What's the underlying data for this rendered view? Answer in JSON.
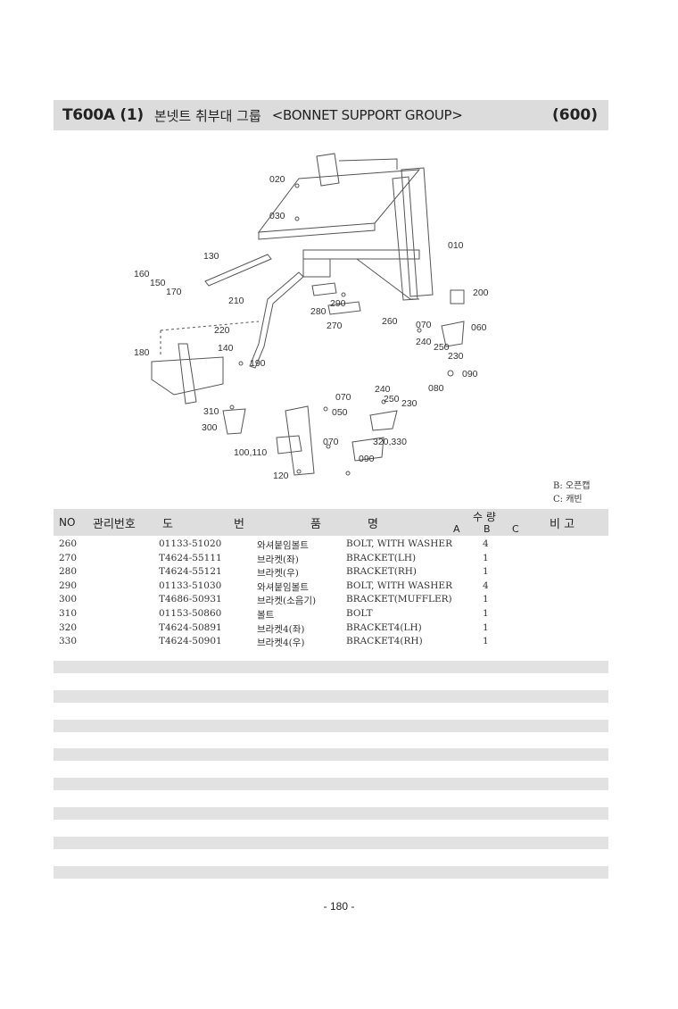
{
  "header": {
    "model": "T600A (1)",
    "title_ko": "본넷트 취부대 그룹",
    "title_en": "<BONNET SUPPORT GROUP>",
    "group_no": "(600)"
  },
  "diagram": {
    "callouts": [
      "020",
      "030",
      "010",
      "130",
      "160",
      "150",
      "170",
      "210",
      "200",
      "290",
      "280",
      "270",
      "260",
      "070",
      "060",
      "220",
      "140",
      "240",
      "250",
      "230",
      "180",
      "190",
      "090",
      "080",
      "070",
      "240",
      "250",
      "230",
      "050",
      "310",
      "300",
      "070",
      "320,330",
      "090",
      "100,110",
      "120"
    ]
  },
  "legend": {
    "b": "B: 오픈캡",
    "c": "C: 캐빈"
  },
  "table": {
    "headers": {
      "no": "NO",
      "mgmt": "관리번호",
      "part_do": "도",
      "part_beon": "번",
      "name_pum": "품",
      "name_myeong": "명",
      "qty": "수 량",
      "qa": "A",
      "qb": "B",
      "qc": "C",
      "remark": "비 고"
    },
    "rows": [
      {
        "no": "260",
        "part": "01133-51020",
        "ko": "와셔붙임볼트",
        "en": "BOLT, WITH WASHER",
        "qb": "4"
      },
      {
        "no": "270",
        "part": "T4624-55111",
        "ko": "브라켓(좌)",
        "en": "BRACKET(LH)",
        "qb": "1"
      },
      {
        "no": "280",
        "part": "T4624-55121",
        "ko": "브라켓(우)",
        "en": "BRACKET(RH)",
        "qb": "1"
      },
      {
        "no": "290",
        "part": "01133-51030",
        "ko": "와셔붙임볼트",
        "en": "BOLT, WITH WASHER",
        "qb": "4"
      },
      {
        "no": "300",
        "part": "T4686-50931",
        "ko": "브라켓(소음기)",
        "en": "BRACKET(MUFFLER)",
        "qb": "1"
      },
      {
        "no": "310",
        "part": "01153-50860",
        "ko": "볼트",
        "en": "BOLT",
        "qb": "1"
      },
      {
        "no": "320",
        "part": "T4624-50891",
        "ko": "브라켓4(좌)",
        "en": "BRACKET4(LH)",
        "qb": "1"
      },
      {
        "no": "330",
        "part": "T4624-50901",
        "ko": "브라켓4(우)",
        "en": "BRACKET4(RH)",
        "qb": "1"
      }
    ]
  },
  "footer": {
    "page": "- 180 -"
  }
}
